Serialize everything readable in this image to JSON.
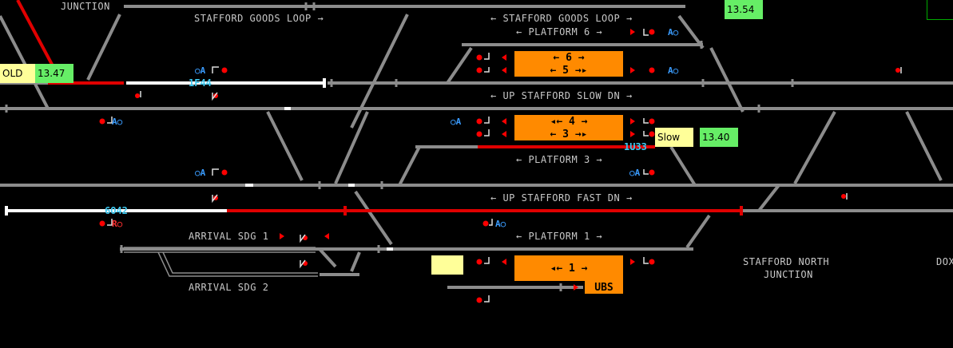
{
  "junctions": {
    "south": "JUNCTION",
    "north_line1": "STAFFORD NORTH",
    "north_line2": "JUNCTION",
    "edge_right": "DOX"
  },
  "lines": {
    "goods_loop_left": "STAFFORD GOODS LOOP",
    "goods_loop_center": "STAFFORD GOODS LOOP",
    "platform_6": "PLATFORM 6",
    "up_slow": "UP STAFFORD SLOW DN",
    "platform_3": "PLATFORM 3",
    "up_fast": "UP STAFFORD FAST DN",
    "platform_1": "PLATFORM 1",
    "arrival_sdg_1": "ARRIVAL SDG 1",
    "arrival_sdg_2": "ARRIVAL SDG 2"
  },
  "platforms": {
    "p6": "6",
    "p5": "5",
    "p4": "4",
    "p3": "3",
    "p1": "1",
    "ubs": "UBS"
  },
  "train_berths": {
    "b1": "1F44",
    "b2": "1U33",
    "b3": "6O42"
  },
  "info_tags": {
    "old_label": "OLD",
    "old_time": "13.47",
    "top_time": "13.54",
    "slow_label": "Slow",
    "slow_time": "13.40",
    "blank_tag": ""
  },
  "signal_markers": {
    "auto": "A",
    "auto_ring": "○A",
    "auto_ring_after": "A○",
    "route_r": "R○"
  },
  "colors": {
    "background": "#000000",
    "track_idle": "#8c8c8c",
    "track_occupied": "#e00000",
    "track_routed": "#ffffff",
    "platform_fill": "#ff8a00",
    "berth_text": "#3ec8f0",
    "signal_red": "#ff0000",
    "tag_yellow": "#ffff99",
    "tag_green": "#66ee66"
  }
}
